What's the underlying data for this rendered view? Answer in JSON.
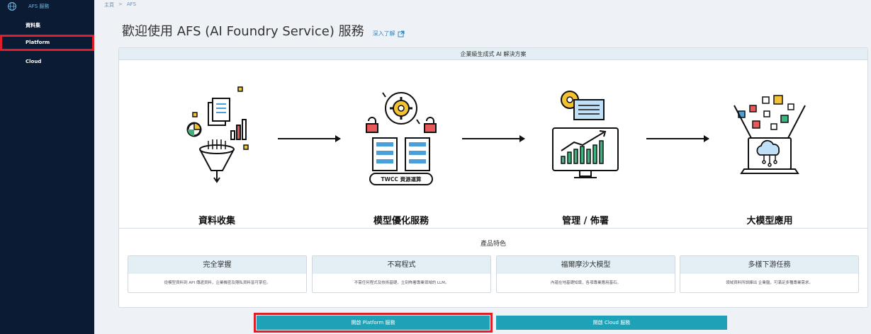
{
  "sidebar": {
    "brand": "AFS 服務",
    "items": [
      {
        "label": "資料集"
      },
      {
        "label": "Platform"
      },
      {
        "label": "Cloud"
      }
    ]
  },
  "breadcrumb": [
    "主頁",
    ">",
    "AFS"
  ],
  "page": {
    "title": "歡迎使用 AFS (AI Foundry Service) 服務",
    "learn_more": "深入了解"
  },
  "panel": {
    "header": "企業級生成式 AI 解決方案",
    "steps": [
      {
        "label": "資料收集",
        "icon": "data-collection-icon"
      },
      {
        "label": "模型優化服務",
        "icon": "model-optimization-icon",
        "badge": "TWCC 資源運算"
      },
      {
        "label": "管理 / 佈署",
        "icon": "management-deploy-icon"
      },
      {
        "label": "大模型應用",
        "icon": "llm-application-icon"
      }
    ],
    "features_title": "產品特色",
    "features": [
      {
        "title": "完全掌握",
        "desc": "從模型資料到 API 傳遞資料，企業機密及隱私資料皆可掌控。"
      },
      {
        "title": "不寫程式",
        "desc": "不需任何程式及技術基礎，立刻佈署專業領域的 LLM。"
      },
      {
        "title": "福爾摩沙大模型",
        "desc": "內蘊在地基礎知識，各項專業應用基石。"
      },
      {
        "title": "多樣下游任務",
        "desc": "領域資料所訓練出 企業腦，可滿足多種專業需求。"
      }
    ]
  },
  "buttons": {
    "platform": "開啟 Platform 服務",
    "cloud": "開啟 Cloud 服務"
  },
  "colors": {
    "sidebar_bg": "#0b1b33",
    "accent": "#1ea2b8",
    "highlight": "#e11d2a",
    "header_bg": "#e3eff5"
  }
}
